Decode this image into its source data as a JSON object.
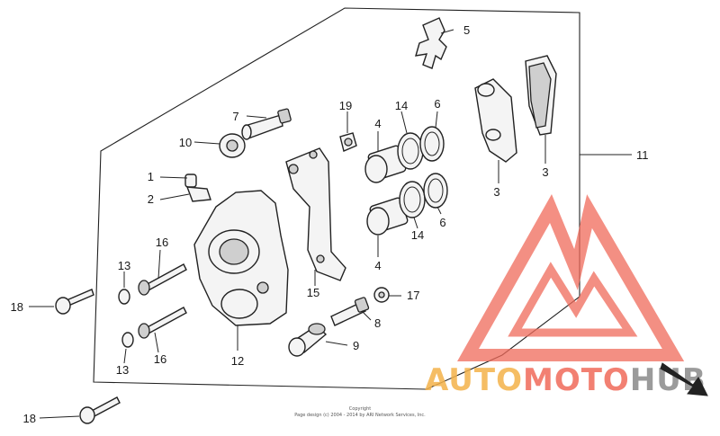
{
  "diagram": {
    "callouts": [
      {
        "id": "c1",
        "label": "1"
      },
      {
        "id": "c2",
        "label": "2"
      },
      {
        "id": "c3a",
        "label": "3"
      },
      {
        "id": "c3b",
        "label": "3"
      },
      {
        "id": "c4a",
        "label": "4"
      },
      {
        "id": "c4b",
        "label": "4"
      },
      {
        "id": "c5",
        "label": "5"
      },
      {
        "id": "c6a",
        "label": "6"
      },
      {
        "id": "c6b",
        "label": "6"
      },
      {
        "id": "c7",
        "label": "7"
      },
      {
        "id": "c8",
        "label": "8"
      },
      {
        "id": "c9",
        "label": "9"
      },
      {
        "id": "c10",
        "label": "10"
      },
      {
        "id": "c11",
        "label": "11"
      },
      {
        "id": "c12",
        "label": "12"
      },
      {
        "id": "c13a",
        "label": "13"
      },
      {
        "id": "c13b",
        "label": "13"
      },
      {
        "id": "c14a",
        "label": "14"
      },
      {
        "id": "c14b",
        "label": "14"
      },
      {
        "id": "c15",
        "label": "15"
      },
      {
        "id": "c16a",
        "label": "16"
      },
      {
        "id": "c16b",
        "label": "16"
      },
      {
        "id": "c17",
        "label": "17"
      },
      {
        "id": "c18a",
        "label": "18"
      },
      {
        "id": "c18b",
        "label": "18"
      },
      {
        "id": "c19",
        "label": "19"
      }
    ],
    "copyright_title": "Copyright",
    "copyright_line": "Page design (c) 2004 - 2014 by ARI Network Services, Inc."
  },
  "watermark": {
    "text_part1": "AUTO",
    "text_part2": "MOTO",
    "text_part3": "HUB",
    "color_red": "#f06a5a",
    "color_orange": "#f4b24a",
    "color_gray": "#8a8a8a"
  }
}
